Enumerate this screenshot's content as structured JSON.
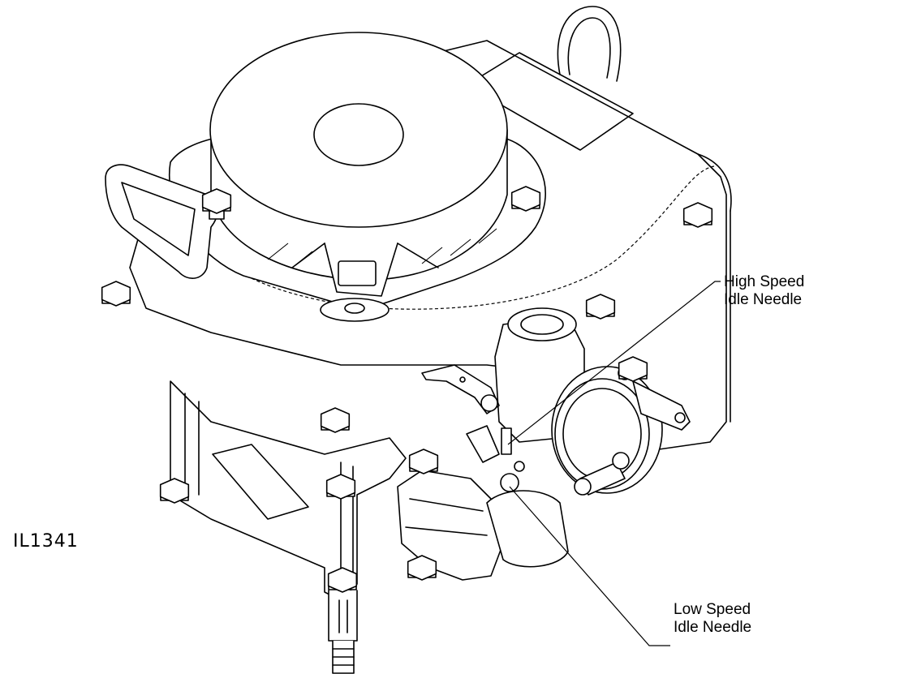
{
  "figure": {
    "id_label": "IL1341",
    "callouts": [
      {
        "name": "high-speed-idle-needle",
        "lines": [
          "High Speed",
          "Idle Needle"
        ]
      },
      {
        "name": "low-speed-idle-needle",
        "lines": [
          "Low Speed",
          "Idle Needle"
        ]
      }
    ]
  }
}
